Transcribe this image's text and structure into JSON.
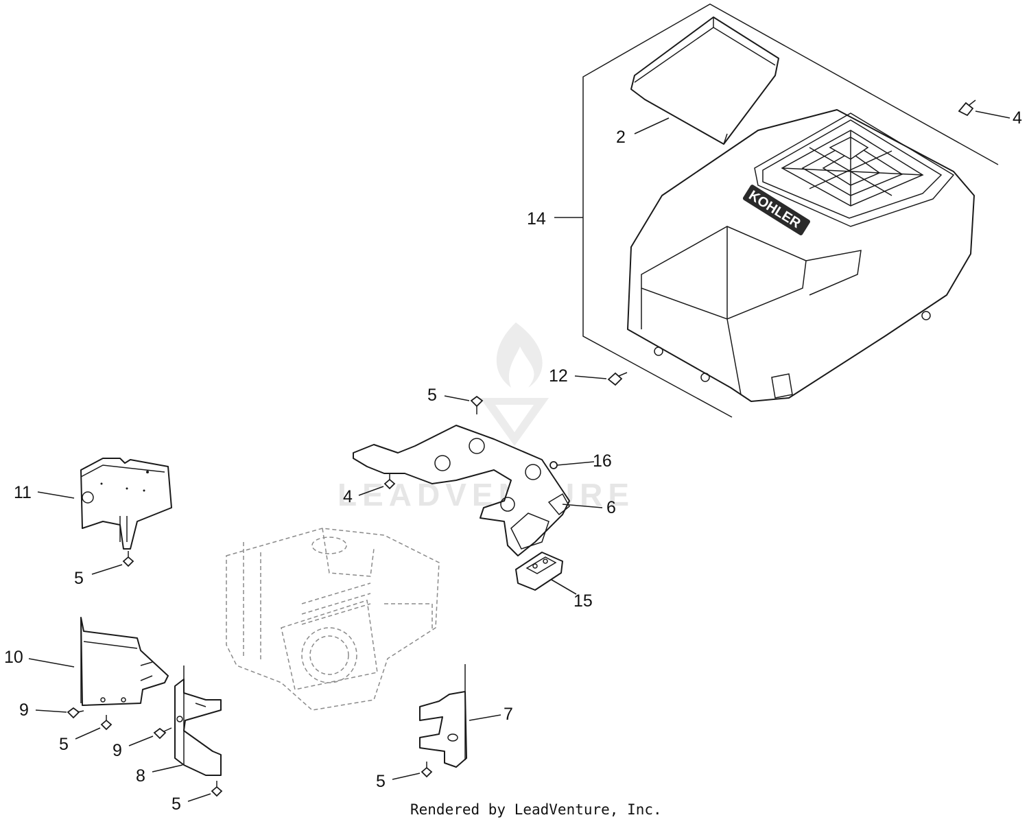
{
  "diagram": {
    "credit": "Rendered by LeadVenture, Inc.",
    "watermark": "LEADVENTURE",
    "brand_logo": "KOHLER"
  },
  "callouts": {
    "c2": "2",
    "c4_top": "4",
    "c14": "14",
    "c12": "12",
    "c5_mid": "5",
    "c16": "16",
    "c4_mid": "4",
    "c6": "6",
    "c11": "11",
    "c5_left": "5",
    "c15": "15",
    "c10": "10",
    "c9_left": "9",
    "c5_lower": "5",
    "c9_mid": "9",
    "c8": "8",
    "c7": "7",
    "c5_bottom_mid": "5",
    "c5_bottom": "5"
  }
}
